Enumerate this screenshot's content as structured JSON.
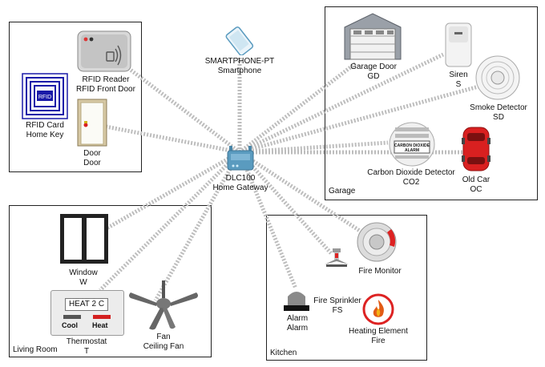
{
  "zones": {
    "garage": "Garage",
    "living_room": "Living Room",
    "kitchen": "Kitchen"
  },
  "devices": {
    "gateway": {
      "name": "DLC100",
      "type": "Home Gateway"
    },
    "smartphone": {
      "name": "SMARTPHONE-PT",
      "type": "Smartphone"
    },
    "rfid_reader": {
      "name": "RFID Reader",
      "type": "RFID Front Door"
    },
    "rfid_card": {
      "name": "RFID Card",
      "type": "Home Key",
      "badge": "RFID"
    },
    "door": {
      "name": "Door",
      "type": "Door"
    },
    "garage_door": {
      "name": "Garage Door",
      "type": "GD"
    },
    "siren": {
      "name": "Siren",
      "type": "S"
    },
    "smoke_detector": {
      "name": "Smoke Detector",
      "type": "SD"
    },
    "co2_detector": {
      "name": "Carbon Dioxide Detector",
      "type": "CO2",
      "face_line1": "CARBON DIOXIDE",
      "face_line2": "ALARM"
    },
    "old_car": {
      "name": "Old Car",
      "type": "OC"
    },
    "window": {
      "name": "Window",
      "type": "W"
    },
    "thermostat": {
      "name": "Thermostat",
      "type": "T",
      "display": "HEAT 2 C",
      "cool_label": "Cool",
      "heat_label": "Heat"
    },
    "fan": {
      "name": "Fan",
      "type": "Ceiling Fan"
    },
    "fire_monitor": {
      "name": "Fire Monitor"
    },
    "fire_sprinkler": {
      "name": "Fire Sprinkler",
      "type": "FS"
    },
    "alarm": {
      "name": "Alarm",
      "type": "Alarm"
    },
    "heating_element": {
      "name": "Heating Element",
      "type": "Fire"
    }
  },
  "colors": {
    "gateway": "#5a9bbf",
    "car": "#d92020",
    "heat": "#d42020",
    "cool": "#555555",
    "link": "#b9b9b9"
  }
}
